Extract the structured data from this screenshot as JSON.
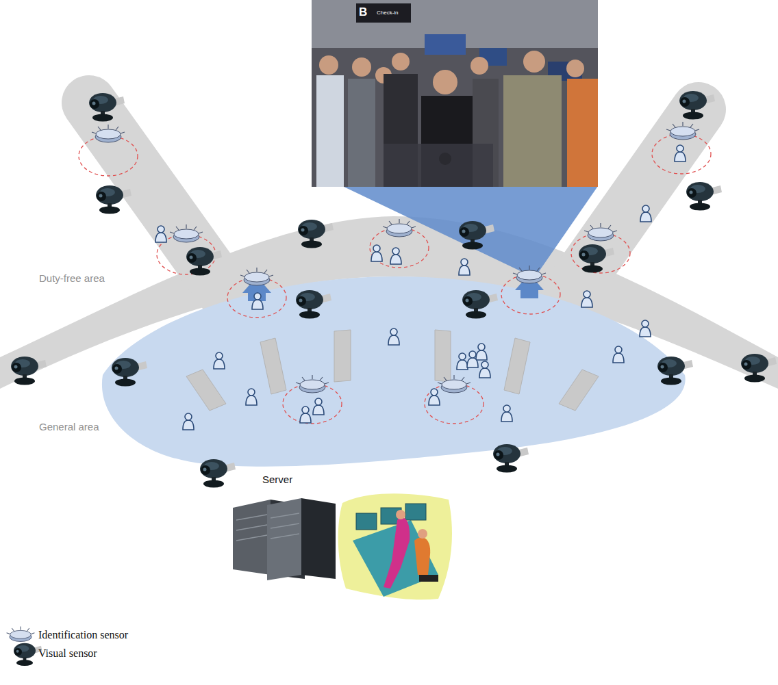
{
  "diagram": {
    "labels": [
      "Duty-free area",
      "General area",
      "Server",
      "B",
      "Check-in"
    ],
    "legend": [
      {
        "text": "Identification sensor"
      },
      {
        "text": "Visual sensor"
      }
    ]
  }
}
